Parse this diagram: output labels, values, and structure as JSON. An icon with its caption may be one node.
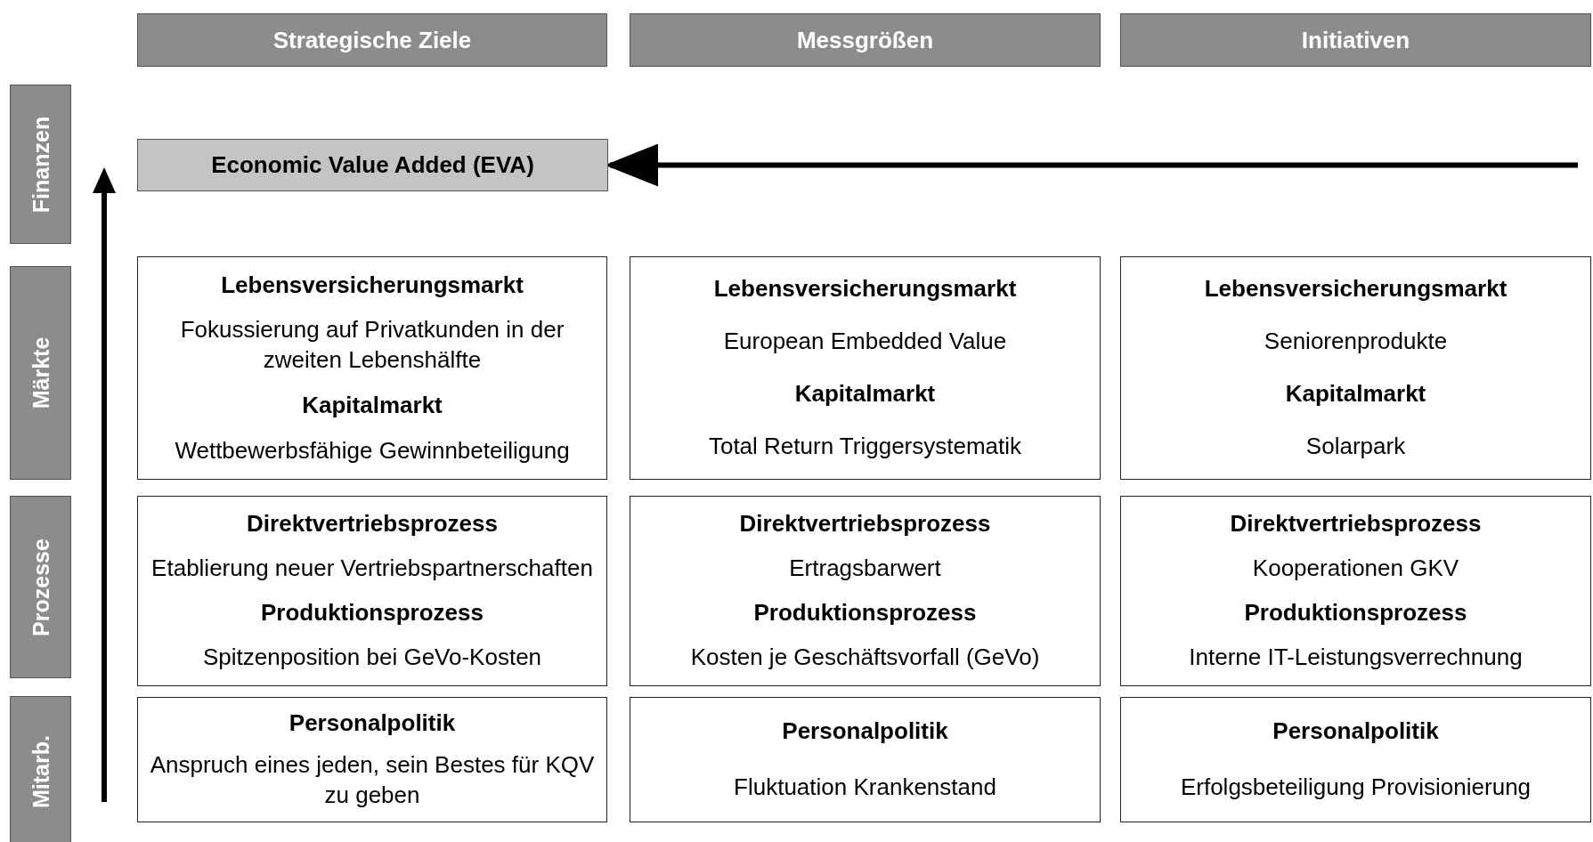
{
  "diagram": {
    "nodes": [
      {
        "text": [
          "Strategische Ziele"
        ]
      },
      {
        "text": [
          "Messgrößen"
        ]
      },
      {
        "text": [
          "Initiativen"
        ]
      },
      {
        "text": [
          "Finanzen"
        ]
      },
      {
        "text": [
          "Economic Value Added (EVA)"
        ]
      },
      {
        "text": [
          "Märkte"
        ]
      },
      {
        "text": [
          "Lebensversicherungsmarkt",
          "Fokussierung auf Privatkunden in der zweiten Lebenshälfte",
          "Kapitalmarkt",
          "Wettbewerbsfähige Gewinnbeteiligung"
        ]
      },
      {
        "text": [
          "Lebensversicherungsmarkt",
          "European Embedded Value",
          "Kapitalmarkt",
          "Total Return Triggersystematik"
        ]
      },
      {
        "text": [
          "Lebensversicherungsmarkt",
          "Seniorenprodukte",
          "Kapitalmarkt",
          "Solarpark"
        ]
      },
      {
        "text": [
          "Prozesse"
        ]
      },
      {
        "text": [
          "Direktvertriebsprozess",
          "Etablierung neuer Vertriebspartnerschaften",
          "Produktionsprozess",
          "Spitzenposition bei GeVo-Kosten"
        ]
      },
      {
        "text": [
          "Direktvertriebsprozess",
          "Ertragsbarwert",
          "Produktionsprozess",
          "Kosten je Geschäftsvorfall (GeVo)"
        ]
      },
      {
        "text": [
          "Direktvertriebsprozess",
          "Kooperationen GKV",
          "Produktionsprozess",
          "Interne IT-Leistungsverrechnung"
        ]
      },
      {
        "text": [
          "Mitarb."
        ]
      },
      {
        "text": [
          "Personalpolitik",
          "Anspruch eines jeden, sein Bestes für KQV zu geben"
        ]
      },
      {
        "text": [
          "Personalpolitik",
          "Fluktuation Krankenstand"
        ]
      },
      {
        "text": [
          "Personalpolitik",
          "Erfolgsbeteiligung Provisionierung"
        ]
      }
    ],
    "edges": [
      {
        "from": null,
        "to": 4,
        "arrow": "to"
      }
    ]
  }
}
